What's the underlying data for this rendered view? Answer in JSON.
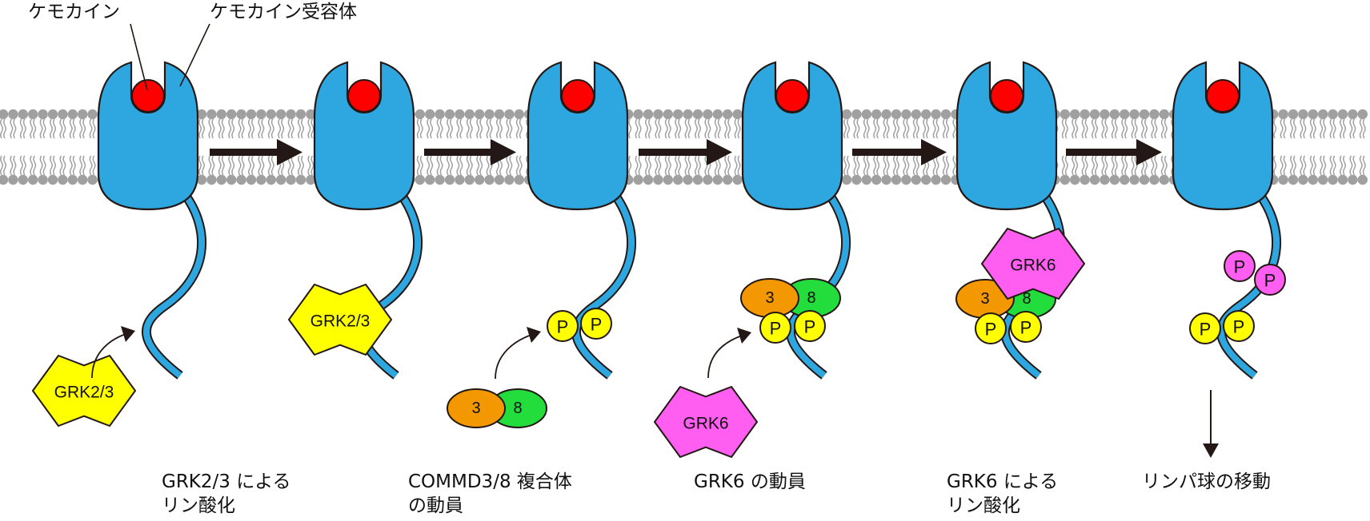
{
  "title_labels": {
    "chemokine": "ケモカイン",
    "receptor": "ケモカイン受容体"
  },
  "colors": {
    "receptor": "#2ea7e0",
    "chemokine": "#ff0000",
    "grk23": "#ffff00",
    "grk6": "#ff5ef0",
    "commd3": "#f39800",
    "commd8": "#22dd3c",
    "phos_grk23": "#ffff00",
    "phos_grk6": "#ff5ef0",
    "membrane": "#a0a0a0",
    "arrow": "#231815",
    "outline": "#231815"
  },
  "molecules": {
    "grk23": "GRK2/3",
    "grk6": "GRK6",
    "commd3": "3",
    "commd8": "8",
    "phosphate": "P"
  },
  "steps": [
    {
      "id": "step1",
      "caption_lines": [
        "GRK2/3 による",
        "リン酸化"
      ]
    },
    {
      "id": "step2",
      "caption_lines": [
        "COMMD3/8 複合体",
        "の動員"
      ]
    },
    {
      "id": "step3",
      "caption_lines": [
        "GRK6 の動員"
      ]
    },
    {
      "id": "step4",
      "caption_lines": [
        "GRK6 による",
        "リン酸化"
      ]
    },
    {
      "id": "step5",
      "caption_lines": [
        "リンパ球の移動"
      ]
    }
  ]
}
